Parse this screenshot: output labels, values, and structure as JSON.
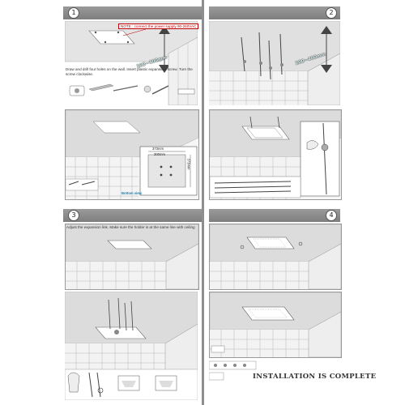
{
  "steps": [
    {
      "number": "1"
    },
    {
      "number": "2"
    },
    {
      "number": "3"
    },
    {
      "number": "4"
    }
  ],
  "step1": {
    "note": "NOTE : connect the power supply 90-260VAC",
    "height_label": "200~400mm",
    "instruction": "Draw and drill four holes on the wall. Insert plastic expansible screw. Turn the screw clockwise.",
    "dim_width": "373mm",
    "dim_inner": "300mm",
    "dim_height": "373mm",
    "bottom_view": "Bottom view"
  },
  "step2": {
    "height_label": "200~400mm"
  },
  "step3": {
    "instruction": "Adjust the expansion link. Make sure the holder is at the same line with ceiling"
  },
  "step4": {
    "complete_text": "INSTALLATION IS COMPLETE"
  },
  "colors": {
    "banner": "#8a8a8a",
    "panel_border": "#9a9a9a",
    "note_red": "#c00000",
    "ceiling": "#dcdcdc",
    "tile_line": "#b5b5b5"
  }
}
